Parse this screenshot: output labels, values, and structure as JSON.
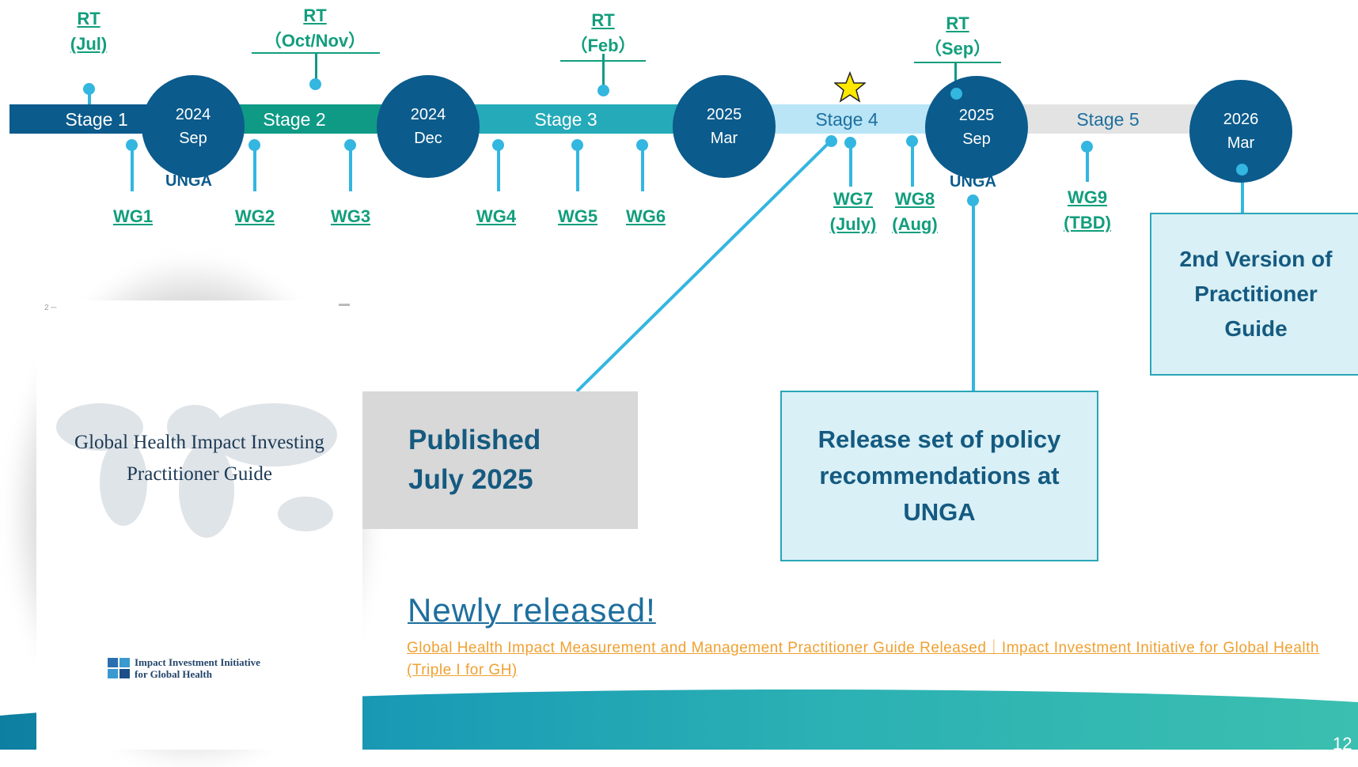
{
  "stages": [
    {
      "label": "Stage 1",
      "color": "#0b5b8c"
    },
    {
      "label": "Stage 2",
      "color": "#0f9a86"
    },
    {
      "label": "Stage 3",
      "color": "#24aab8"
    },
    {
      "label": "Stage 4",
      "color": "#b9e5f7"
    },
    {
      "label": "Stage 5",
      "color": "#e3e3e3"
    }
  ],
  "milestones": [
    {
      "year": "2024",
      "month": "Sep"
    },
    {
      "year": "2024",
      "month": "Dec"
    },
    {
      "year": "2025",
      "month": "Mar"
    },
    {
      "year": "2025",
      "month": "Sep"
    },
    {
      "year": "2026",
      "month": "Mar"
    }
  ],
  "unga_label": "UNGA",
  "roundtables": [
    {
      "top": "RT",
      "bottom": "(Jul)"
    },
    {
      "top": "RT",
      "bottom": "（Oct/Nov）"
    },
    {
      "top": "RT",
      "bottom": "（Feb）"
    },
    {
      "top": "RT",
      "bottom": "（Sep）"
    }
  ],
  "working_groups": [
    {
      "label": "WG1",
      "note": ""
    },
    {
      "label": "WG2",
      "note": ""
    },
    {
      "label": "WG3",
      "note": ""
    },
    {
      "label": "WG4",
      "note": ""
    },
    {
      "label": "WG5",
      "note": ""
    },
    {
      "label": "WG6",
      "note": ""
    },
    {
      "label": "WG7",
      "note": "(July)"
    },
    {
      "label": "WG8",
      "note": "(Aug)"
    },
    {
      "label": "WG9",
      "note": "(TBD)"
    }
  ],
  "callouts": {
    "second_version": "2nd Version of Practitioner Guide",
    "policy": "Release set of policy recommendations at UNGA",
    "published": "Published\nJuly 2025"
  },
  "cover": {
    "title": "Global Health Impact Investing\nPractitioner Guide",
    "org": "Impact Investment Initiative\nfor Global Health"
  },
  "news": {
    "title": "Newly released!",
    "link_text": "Global Health Impact Measurement and Management Practitioner Guide Released｜Impact Investment Initiative for Global Health (Triple I for GH)"
  },
  "colors": {
    "accent_dark": "#0b5b8c",
    "label_green": "#129e7d",
    "connector": "#33b6e0",
    "link_orange": "#f0a030"
  },
  "icons": [
    "star-icon"
  ],
  "page_number": "12"
}
